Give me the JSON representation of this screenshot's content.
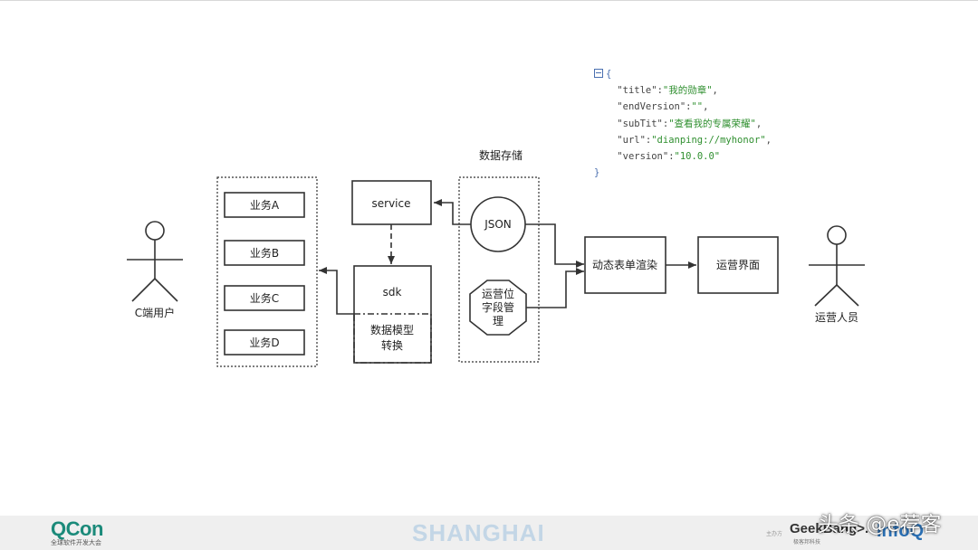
{
  "diagram": {
    "actors": {
      "c_user": "C端用户",
      "operator": "运营人员"
    },
    "business": [
      "业务A",
      "业务B",
      "业务C",
      "业务D"
    ],
    "service": "service",
    "sdk": "sdk",
    "data_model_line1": "数据模型",
    "data_model_line2": "转换",
    "storage_title": "数据存储",
    "json_node": "JSON",
    "ops_field_line1": "运营位",
    "ops_field_line2": "字段管",
    "ops_field_line3": "理",
    "dynamic_render": "动态表单渲染",
    "ops_ui": "运营界面"
  },
  "json_sample": {
    "open": "{",
    "lines": [
      {
        "key": "\"title\"",
        "value": "\"我的勋章\"",
        "tail": ","
      },
      {
        "key": "\"endVersion\"",
        "value": "\"\"",
        "tail": ","
      },
      {
        "key": "\"subTit\"",
        "value": "\"查看我的专属荣耀\"",
        "tail": ","
      },
      {
        "key": "\"url\"",
        "value": "\"dianping://myhonor\"",
        "tail": ","
      },
      {
        "key": "\"version\"",
        "value": "\"10.0.0\"",
        "tail": ""
      }
    ],
    "close": "}"
  },
  "footer": {
    "qcon": "QCon",
    "qcon_sub": "全球软件开发大会",
    "city": "SHANGHAI",
    "host_label": "主办方",
    "geek": "GeekBang>.",
    "geek_sub": "极客邦科技",
    "infoq": "InfoQ",
    "watermark": "头条 @e荐客"
  },
  "colors": {
    "stroke": "#333333",
    "json_string": "#2f8f2f",
    "json_brace": "#4a6fb0",
    "footer_bg": "#efefef",
    "qcon": "#1b8a7a",
    "shanghai": "#c3d6e6",
    "infoq": "#2a6fb3"
  }
}
